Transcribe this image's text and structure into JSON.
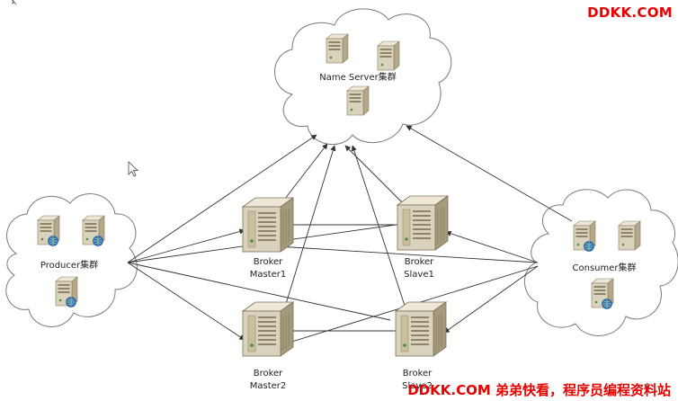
{
  "clusters": {
    "name_server": {
      "label": "Name Server集群"
    },
    "producer": {
      "label": "Producer集群"
    },
    "consumer": {
      "label": "Consumer集群"
    }
  },
  "brokers": {
    "master1": {
      "line1": "Broker",
      "line2": "Master1"
    },
    "slave1": {
      "line1": "Broker",
      "line2": "Slave1"
    },
    "master2": {
      "line1": "Broker",
      "line2": "Master2"
    },
    "slave2": {
      "line1": "Broker",
      "line2": "Slave2"
    }
  },
  "watermarks": {
    "top": "DDKK.COM",
    "bottom": "DDKK.COM 弟弟快看，程序员编程资料站"
  },
  "colors": {
    "line": "#333333",
    "cloud_stroke": "#7a7a7a",
    "server_body": "#d9d2bd",
    "server_dark": "#a59a7c",
    "watermark": "#e60000"
  }
}
